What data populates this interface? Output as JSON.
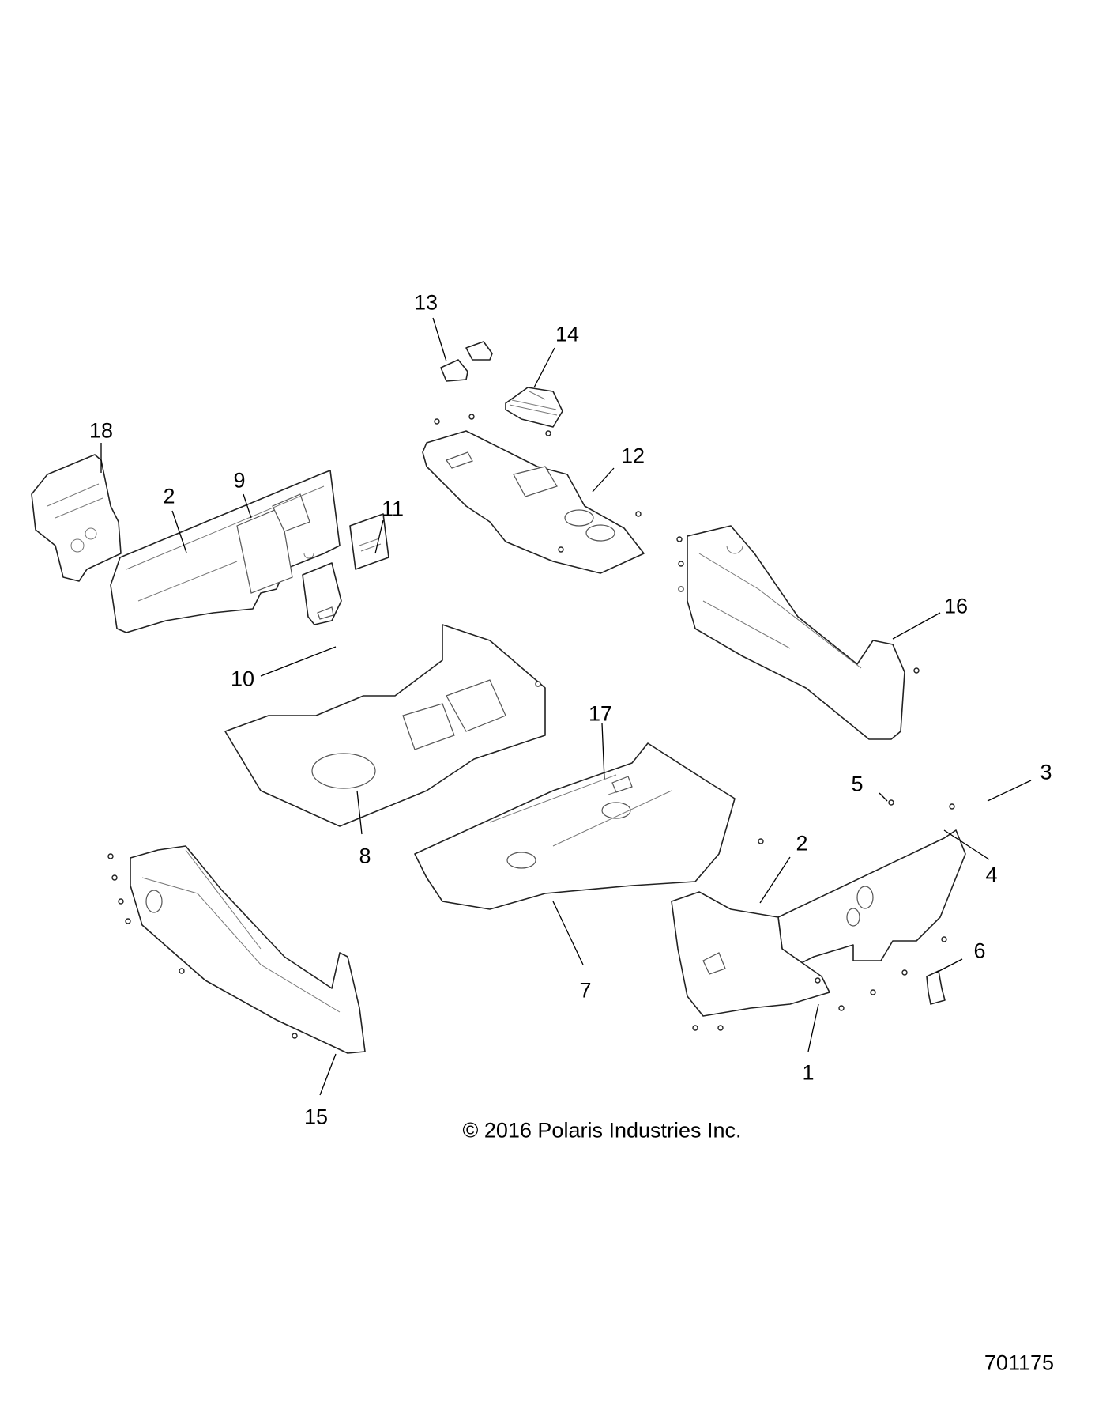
{
  "diagram": {
    "title": "Floor, Console and Body Panel Assembly — exploded parts view",
    "copyright": "© 2016 Polaris Industries Inc.",
    "document_number": "701175",
    "callouts": [
      {
        "id": "18",
        "label": "18",
        "part": "side shield panel (left rear)"
      },
      {
        "id": "2a",
        "label": "2",
        "part": "fastener on rear panel"
      },
      {
        "id": "9",
        "label": "9",
        "part": "rear bulkhead panel"
      },
      {
        "id": "11",
        "label": "11",
        "part": "access cover plate"
      },
      {
        "id": "10",
        "label": "10",
        "part": "access door with handle"
      },
      {
        "id": "13",
        "label": "13",
        "part": "switch boot / grommet (x2)"
      },
      {
        "id": "14",
        "label": "14",
        "part": "shift boot"
      },
      {
        "id": "12",
        "label": "12",
        "part": "center console with cup holders"
      },
      {
        "id": "16",
        "label": "16",
        "part": "right side rocker panel"
      },
      {
        "id": "8",
        "label": "8",
        "part": "center floor tray / storage bin"
      },
      {
        "id": "17",
        "label": "17",
        "part": "floor plug"
      },
      {
        "id": "7",
        "label": "7",
        "part": "main floor pan"
      },
      {
        "id": "15",
        "label": "15",
        "part": "left side rocker panel"
      },
      {
        "id": "5",
        "label": "5",
        "part": "screw"
      },
      {
        "id": "3",
        "label": "3",
        "part": "clip"
      },
      {
        "id": "2b",
        "label": "2",
        "part": "fastener on front dash"
      },
      {
        "id": "4",
        "label": "4",
        "part": "front firewall / dash panel"
      },
      {
        "id": "6",
        "label": "6",
        "part": "bracket"
      },
      {
        "id": "1",
        "label": "1",
        "part": "front footwell panel"
      }
    ]
  }
}
